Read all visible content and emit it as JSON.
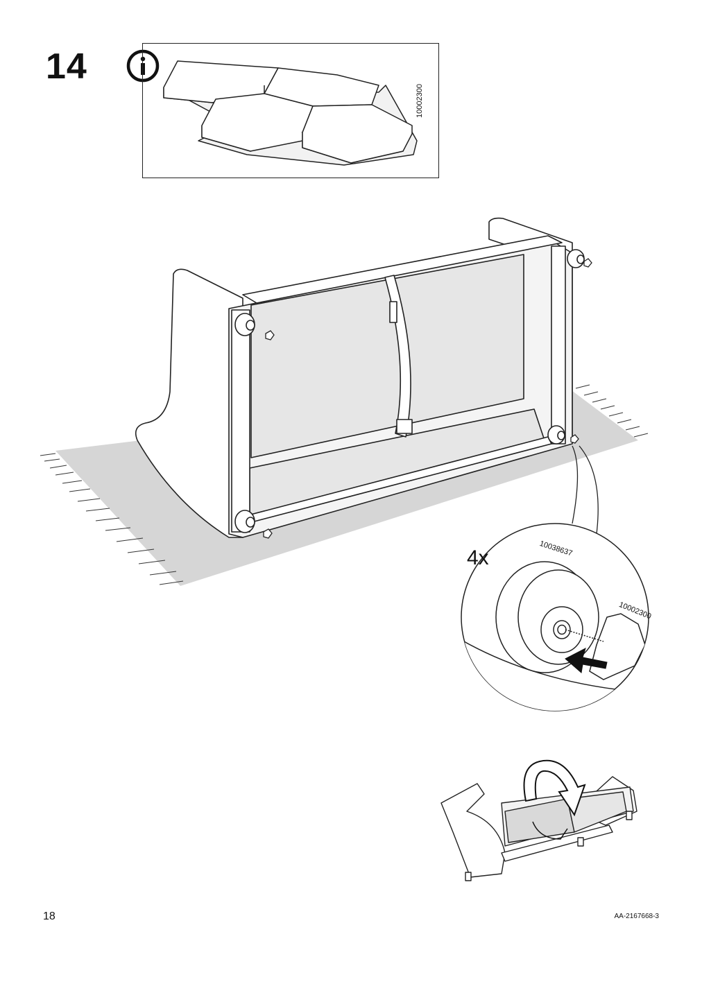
{
  "step": {
    "number": "14"
  },
  "info_panel": {
    "icon": "info-icon",
    "part_number": "10002300"
  },
  "detail": {
    "quantity": "4x",
    "foot_part_number": "10038637",
    "pad_part_number": "10002300"
  },
  "footer": {
    "page_number": "18",
    "document_code": "AA-2167668-3"
  },
  "colors": {
    "line": "#222222",
    "fill_grey": "#e6e6e6",
    "rug": "#d6d6d6",
    "arrow": "#111111"
  }
}
